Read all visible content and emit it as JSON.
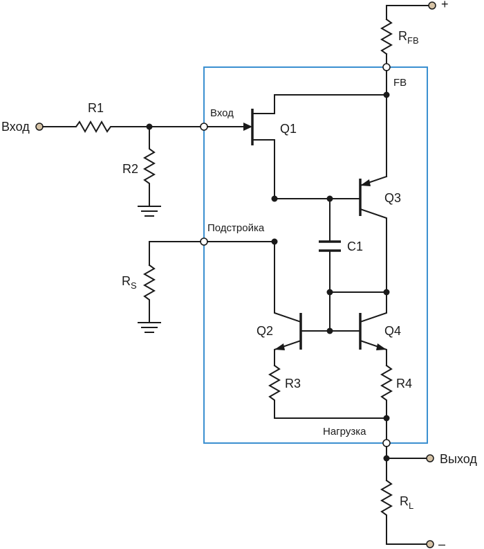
{
  "labels": {
    "plus": "+",
    "minus": "–",
    "rfb_main": "R",
    "rfb_sub": "FB",
    "fb_pin": "FB",
    "input_term": "Вход",
    "r1": "R1",
    "r2": "R2",
    "input_pin": "Вход",
    "q1": "Q1",
    "q3": "Q3",
    "trim_pin": "Подстройка",
    "c1": "C1",
    "rs_main": "R",
    "rs_sub": "S",
    "q2": "Q2",
    "q4": "Q4",
    "r3": "R3",
    "r4": "R4",
    "load_pin": "Нагрузка",
    "output_term": "Выход",
    "rl_main": "R",
    "rl_sub": "L"
  },
  "colors": {
    "wire": "#1a1a1a",
    "ic_frame": "#3a8fd0",
    "terminal": "#d6c3a6"
  }
}
